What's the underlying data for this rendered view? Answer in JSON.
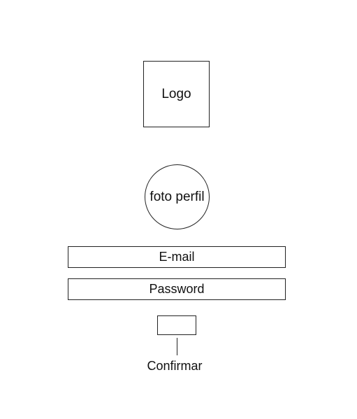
{
  "logo": {
    "label": "Logo"
  },
  "avatar": {
    "label": "foto perfil"
  },
  "form": {
    "email_label": "E-mail",
    "password_label": "Password",
    "confirm_label": "Confirmar"
  }
}
